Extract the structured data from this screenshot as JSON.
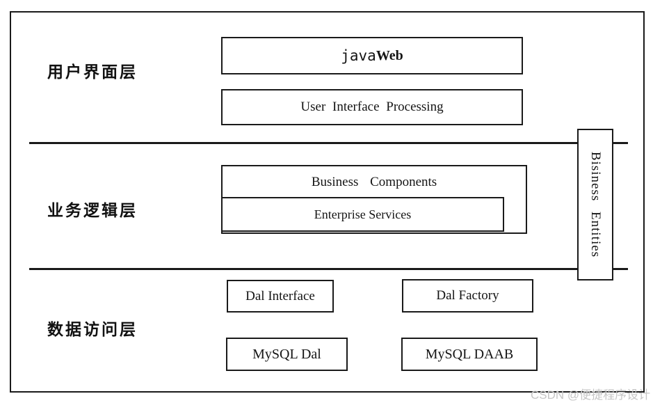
{
  "diagram": {
    "layers": [
      {
        "label": "用户界面层"
      },
      {
        "label": "业务逻辑层"
      },
      {
        "label": "数据访问层"
      }
    ],
    "boxes": {
      "javaweb_part1": "java",
      "javaweb_part2": "Web",
      "user_interface_processing": "User Interface Processing",
      "business_components": "Business Components",
      "enterprise_services": "Enterprise Services",
      "dal_interface": "Dal Interface",
      "dal_factory": "Dal Factory",
      "mysql_dal": "MySQL Dal",
      "mysql_daab": "MySQL DAAB",
      "business_entities": "Bisiness Entities"
    },
    "watermark": "CSDN @便捷程序设计",
    "colors": {
      "line": "#1a1a1a",
      "background": "#ffffff",
      "watermark": "#c6c6c6"
    }
  }
}
